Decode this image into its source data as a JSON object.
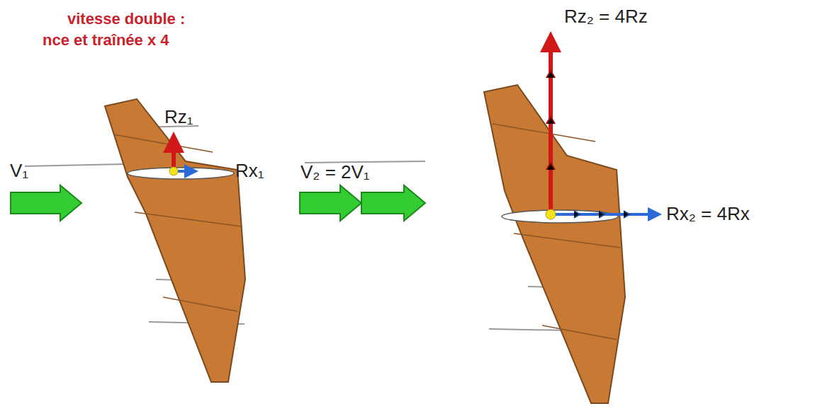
{
  "diagram": {
    "labels": [
      "vitesse double :",
      "nce et traînée x 4",
      "V₁",
      "Rz₁",
      "Rx₁",
      "V₂ = 2V₁",
      "Rz₂ = 4Rz",
      "Rx₂ = 4Rx"
    ]
  }
}
